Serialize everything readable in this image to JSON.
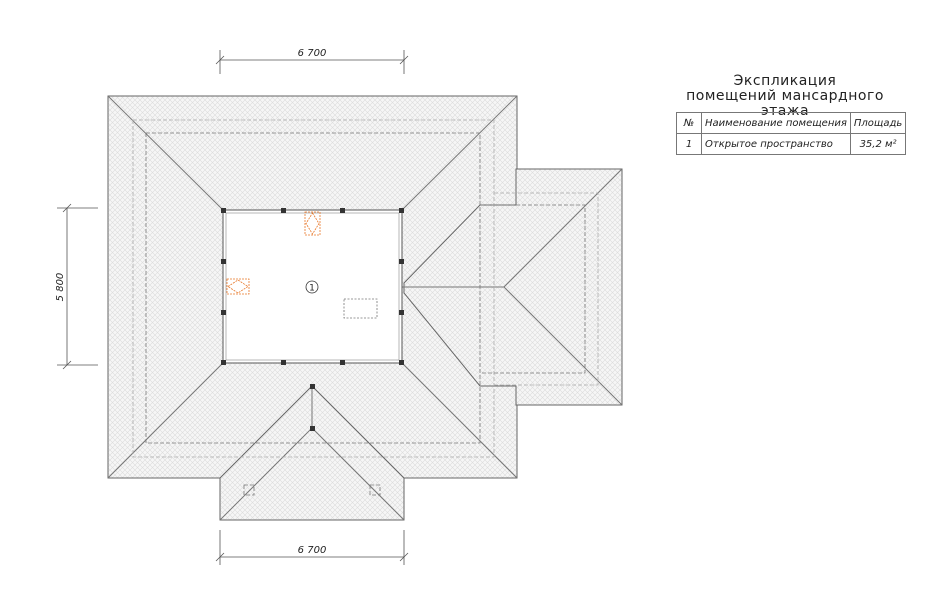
{
  "explication": {
    "title_line1": "Экспликация",
    "title_line2": "помещений мансардного этажа",
    "headers": [
      "№",
      "Наименование помещения",
      "Площадь"
    ],
    "rows": [
      {
        "num": "1",
        "name": "Открытое пространство",
        "area": "35,2 м²"
      }
    ]
  },
  "dimensions": {
    "top": "6 700",
    "left": "5 800",
    "bottom": "6 700"
  },
  "room_marker": "1",
  "colors": {
    "line": "#555555",
    "window": "#e8782a",
    "hatch": "#d8d8d8"
  }
}
